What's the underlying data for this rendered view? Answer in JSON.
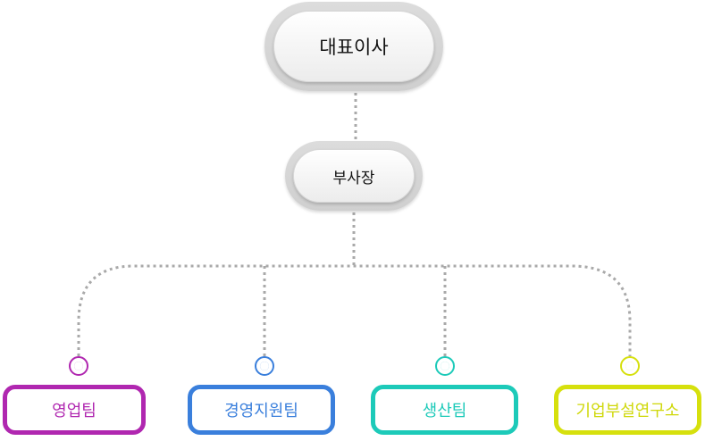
{
  "ceo": {
    "label": "대표이사"
  },
  "vice_president": {
    "label": "부사장"
  },
  "teams": [
    {
      "label": "영업팀",
      "color": "#b027b0"
    },
    {
      "label": "경영지원팀",
      "color": "#3a7fdc"
    },
    {
      "label": "생산팀",
      "color": "#1dcab9"
    },
    {
      "label": "기업부설연구소",
      "color": "#d6e00d"
    }
  ]
}
